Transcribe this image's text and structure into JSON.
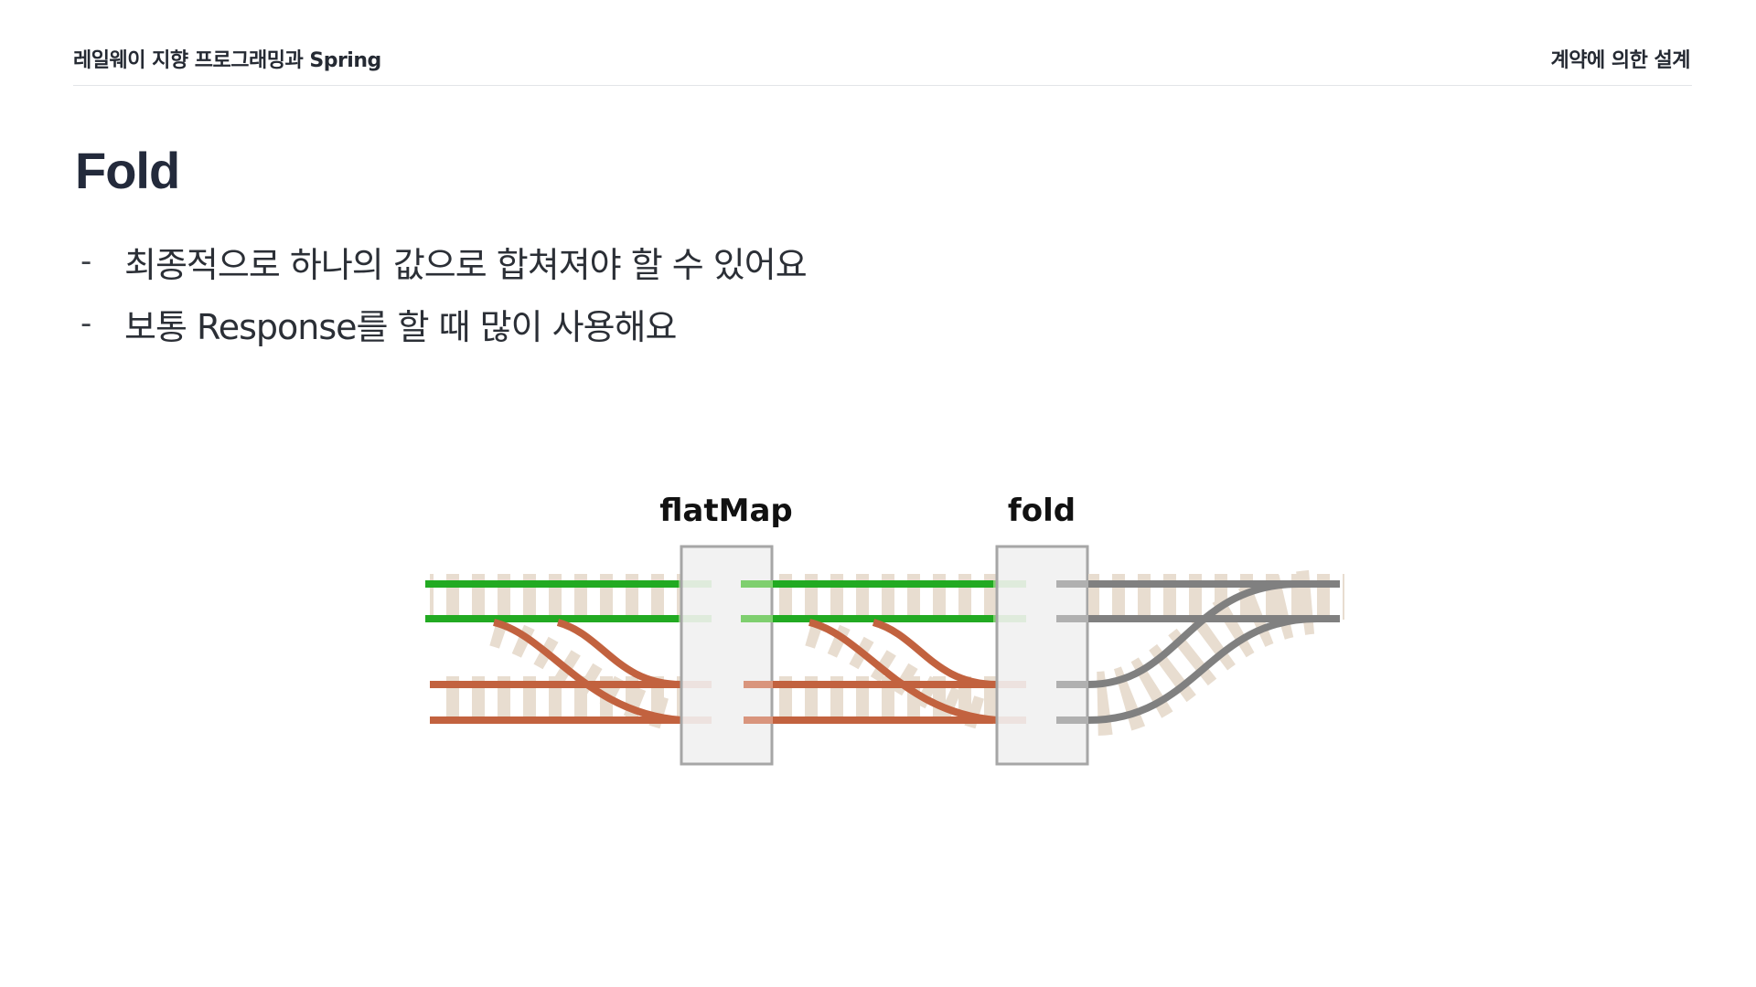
{
  "header": {
    "left_title": "레일웨이 지향 프로그래밍과 Spring",
    "right_title": "계약에 의한 설계"
  },
  "page": {
    "title": "Fold"
  },
  "bullets": [
    {
      "dash": "-",
      "text": "최종적으로 하나의 값으로 합쳐져야 할 수 있어요"
    },
    {
      "dash": "-",
      "text": "보통 Response를 할 때 많이 사용해요"
    }
  ],
  "diagram": {
    "labels": {
      "flatmap": "flatMap",
      "fold": "fold"
    },
    "colors": {
      "success": "#22aa22",
      "failure": "#c2623f",
      "merged": "#808080",
      "sleeper": "#e8ddd0",
      "box_fill": "#f0f0f0",
      "box_stroke": "#a6a6a6"
    }
  }
}
